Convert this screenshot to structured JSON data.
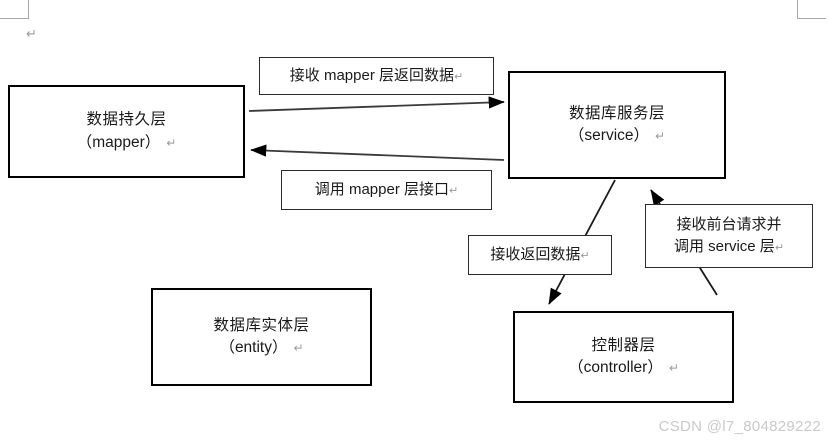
{
  "page": {
    "watermark": "CSDN @l7_804829222",
    "paragraph_mark": "↵",
    "background_color": "#ffffff",
    "stroke_color": "#000000"
  },
  "nodes": [
    {
      "id": "mapper",
      "title": "数据持久层",
      "subtitle": "（mapper）",
      "mark": "↵"
    },
    {
      "id": "service",
      "title": "数据库服务层",
      "subtitle": "（service）",
      "mark": "↵"
    },
    {
      "id": "entity",
      "title": "数据库实体层",
      "subtitle": "（entity）",
      "mark": "↵"
    },
    {
      "id": "controller",
      "title": "控制器层",
      "subtitle": "（controller）",
      "mark": "↵"
    }
  ],
  "labels": [
    {
      "id": "mapper-return",
      "line1": "接收 mapper 层返回数据",
      "line2": "",
      "mark": "↵"
    },
    {
      "id": "call-mapper",
      "line1": "调用 mapper 层接口",
      "line2": "",
      "mark": "↵"
    },
    {
      "id": "receive-return-data",
      "line1": "接收返回数据",
      "line2": "",
      "mark": "↵"
    },
    {
      "id": "receive-request",
      "line1": "接收前台请求并",
      "line2": "调用 service 层",
      "mark": "↵"
    }
  ],
  "connectors": [
    {
      "id": "mapper-to-service",
      "direction": "right"
    },
    {
      "id": "service-to-mapper",
      "direction": "left"
    },
    {
      "id": "service-to-controller",
      "direction": "down-left"
    },
    {
      "id": "controller-to-service",
      "direction": "up-left"
    }
  ]
}
